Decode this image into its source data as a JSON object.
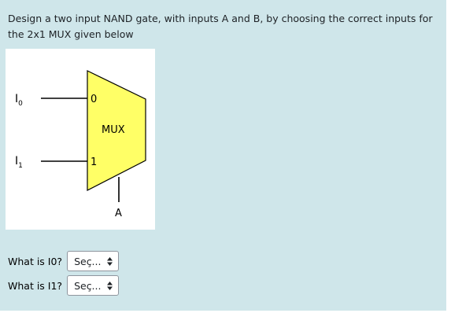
{
  "question": {
    "text": "Design a two input NAND gate, with inputs A and B, by choosing the correct inputs for the 2x1 MUX given below"
  },
  "diagram": {
    "input_0_label": "I",
    "input_0_subscript": "0",
    "input_1_label": "I",
    "input_1_subscript": "1",
    "mux_port_0": "0",
    "mux_port_1": "1",
    "mux_title": "MUX",
    "select_label": "A",
    "mux_fill": "#ffff66"
  },
  "answers": [
    {
      "label": "What is I0?",
      "selected": "Seç..."
    },
    {
      "label": "What is I1?",
      "selected": "Seç..."
    }
  ],
  "colors": {
    "panel_background": "#cfe6ea",
    "text": "#1d2125",
    "select_border": "#8f959e"
  }
}
